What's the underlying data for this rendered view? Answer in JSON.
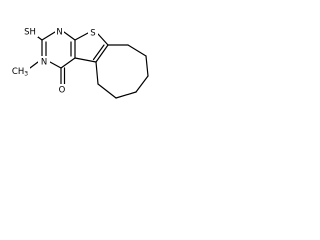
{
  "molecule": {
    "atoms": {
      "sh": "SH",
      "n1": "N",
      "s_ring": "S",
      "n3": "N",
      "methyl": "CH",
      "methyl_sub": "3",
      "carbonyl_o": "O"
    }
  }
}
